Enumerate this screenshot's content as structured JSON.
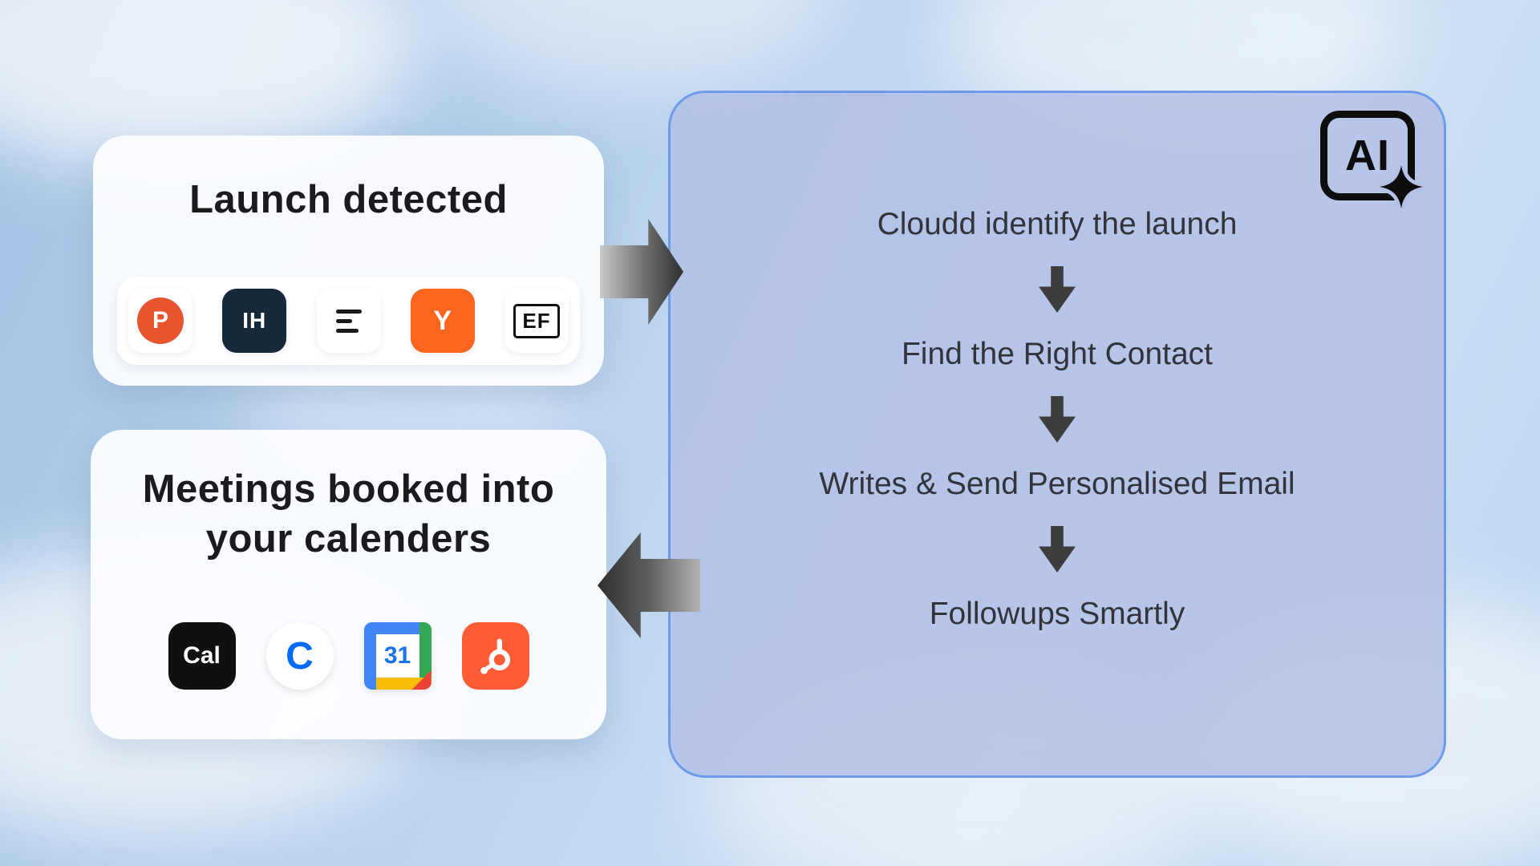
{
  "launch_card": {
    "title": "Launch detected",
    "icons": [
      {
        "name": "product-hunt-icon",
        "label": "P"
      },
      {
        "name": "indie-hackers-icon",
        "label": "IH"
      },
      {
        "name": "list-lines-icon",
        "label": ""
      },
      {
        "name": "y-combinator-icon",
        "label": "Y"
      },
      {
        "name": "ef-icon",
        "label": "EF"
      }
    ]
  },
  "meetings_card": {
    "title_line1": "Meetings booked into",
    "title_line2": "your calenders",
    "icons": [
      {
        "name": "cal-com-icon",
        "label": "Cal"
      },
      {
        "name": "calendly-icon",
        "label": "C"
      },
      {
        "name": "google-calendar-icon",
        "label": "31"
      },
      {
        "name": "hubspot-icon",
        "label": ""
      }
    ]
  },
  "ai_card": {
    "badge": "AI",
    "steps": [
      {
        "label": "Cloudd identify the launch"
      },
      {
        "label": "Find the Right Contact"
      },
      {
        "label": "Writes & Send Personalised Email"
      },
      {
        "label": "Followups Smartly"
      }
    ]
  },
  "colors": {
    "product_hunt_orange": "#e8542e",
    "indie_hackers_navy": "#16293a",
    "y_combinator_orange": "#fb651e",
    "cal_black": "#101010",
    "calendly_blue": "#006bff",
    "gcal_blue": "#4285f4",
    "gcal_green": "#34a853",
    "gcal_yellow": "#fbbc04",
    "gcal_red": "#ea4335",
    "hubspot_orange": "#ff5c35",
    "ai_card_fill": "#b1bee5",
    "ai_card_border": "#6d9bea",
    "arrow_gray_dark": "#2f2f2f",
    "arrow_gray_light": "#c8c8c8"
  }
}
